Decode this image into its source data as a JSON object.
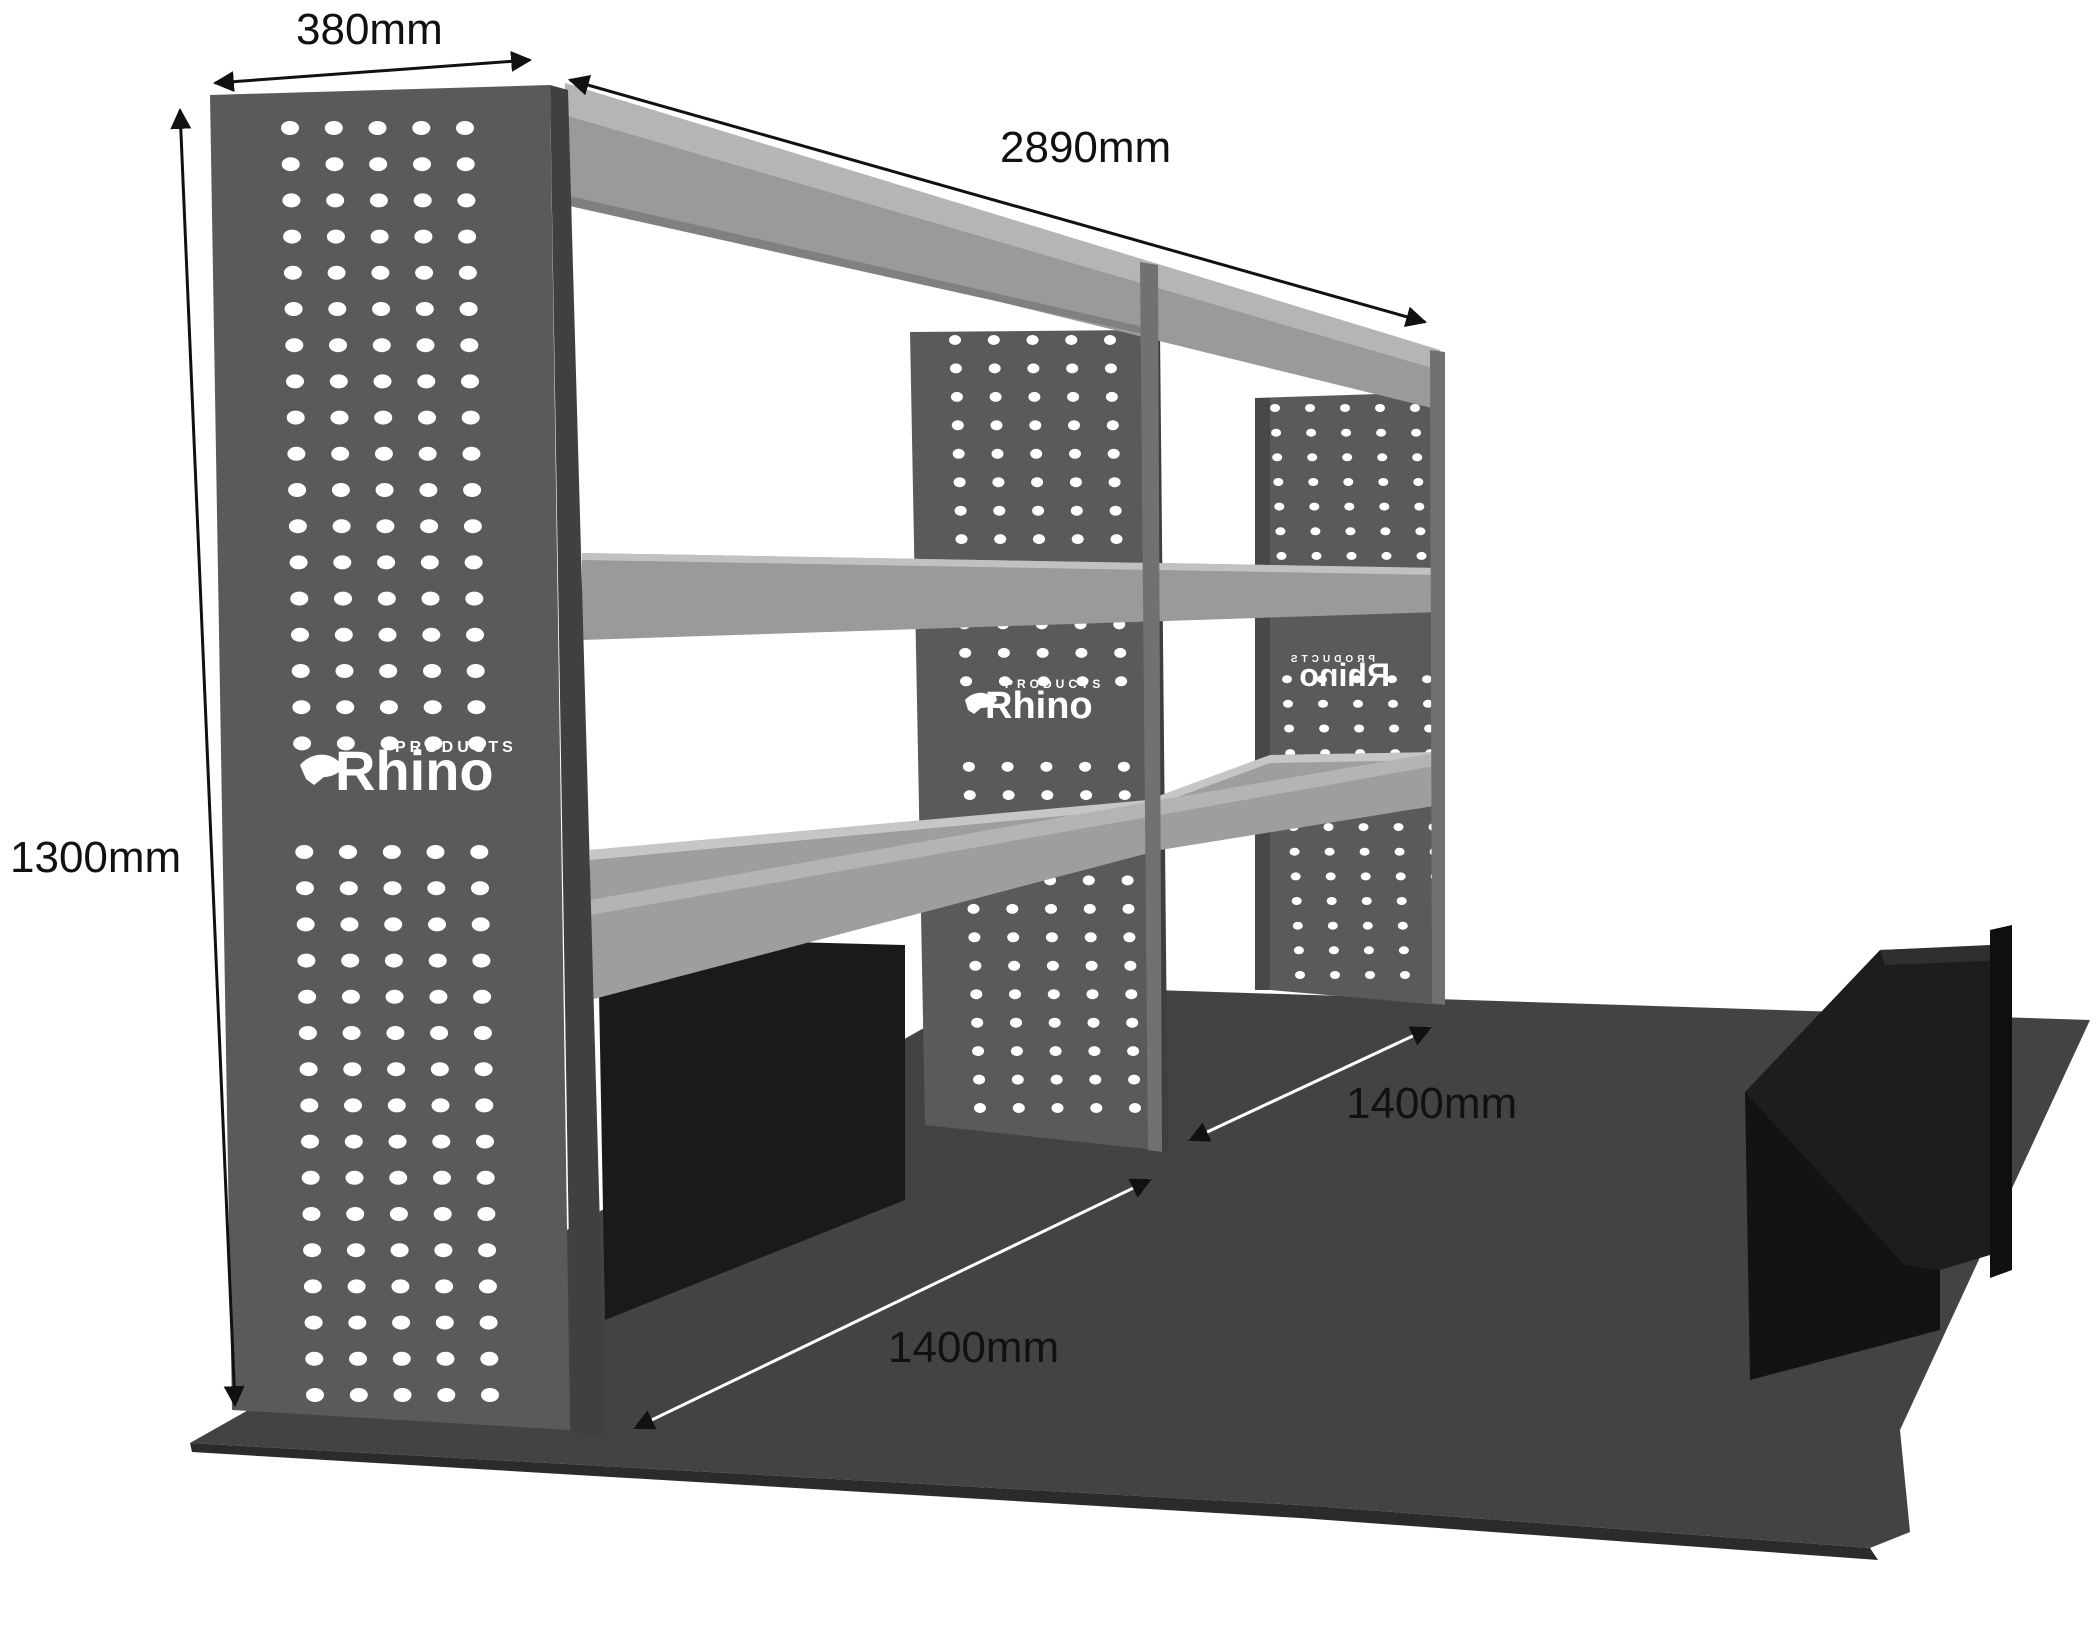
{
  "brand": {
    "name": "Rhino",
    "tagline": "PRODUCTS"
  },
  "dimensions": {
    "depth": "380mm",
    "length": "2890mm",
    "height": "1300mm",
    "bay_front": "1400mm",
    "bay_rear": "1400mm"
  },
  "colors": {
    "panel": "#5a5a5c",
    "panel_edge": "#3f3f41",
    "shelf": "#9a9b9d",
    "shelf_light": "#b9babc",
    "floor": "#444446",
    "wheel_arch": "#1b1b1b",
    "hole": "#ffffff",
    "arrow": "#111111"
  }
}
